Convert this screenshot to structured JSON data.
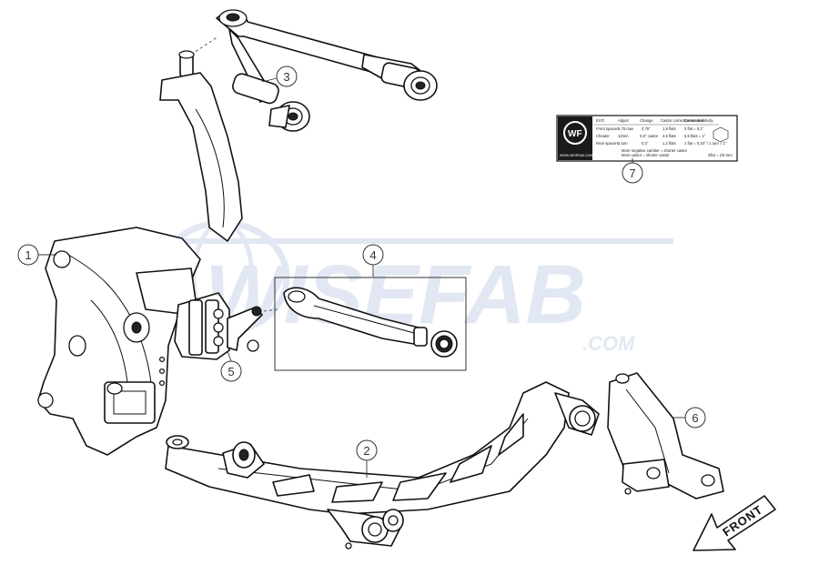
{
  "watermark": {
    "brand": "WISEFAB",
    "domain": ".COM",
    "color": "#c9d6ea"
  },
  "callouts": [
    {
      "id": "1",
      "label": "1"
    },
    {
      "id": "2",
      "label": "2"
    },
    {
      "id": "3",
      "label": "3"
    },
    {
      "id": "4",
      "label": "4"
    },
    {
      "id": "5",
      "label": "5"
    },
    {
      "id": "6",
      "label": "6"
    },
    {
      "id": "7",
      "label": "7"
    }
  ],
  "sticker": {
    "logo_text": "WF",
    "url": "WWW.WISEFAB.COM",
    "header_evo": "EVO",
    "col_adjust": "Adjust",
    "col_change": "Change",
    "col_castor": "Castor correction needed",
    "col_sensitivity": "Castor sensitivity",
    "rows": [
      {
        "name": "Front spacers",
        "adjust": "1,75 max",
        "change": "0,75°",
        "castor": "1,9 flats",
        "sens": "3 flat = 0,1°"
      },
      {
        "name": "Cheater",
        "adjust": "12mm",
        "change": "0,8° castor",
        "castor": "4,5 flats",
        "sens": "5,5 flats = 1°"
      },
      {
        "name": "Rear spacers",
        "adjust": "1 turn",
        "change": "0,3°",
        "castor": "1,2 flats",
        "sens": "1 flat = 0,10° / 1 turn = 1°"
      }
    ],
    "note1": "More negative camber = shorter castor",
    "note2": "More castor = shorter castor",
    "hex_label": "2flat = 1/6 turn"
  },
  "front_label": "FRONT"
}
